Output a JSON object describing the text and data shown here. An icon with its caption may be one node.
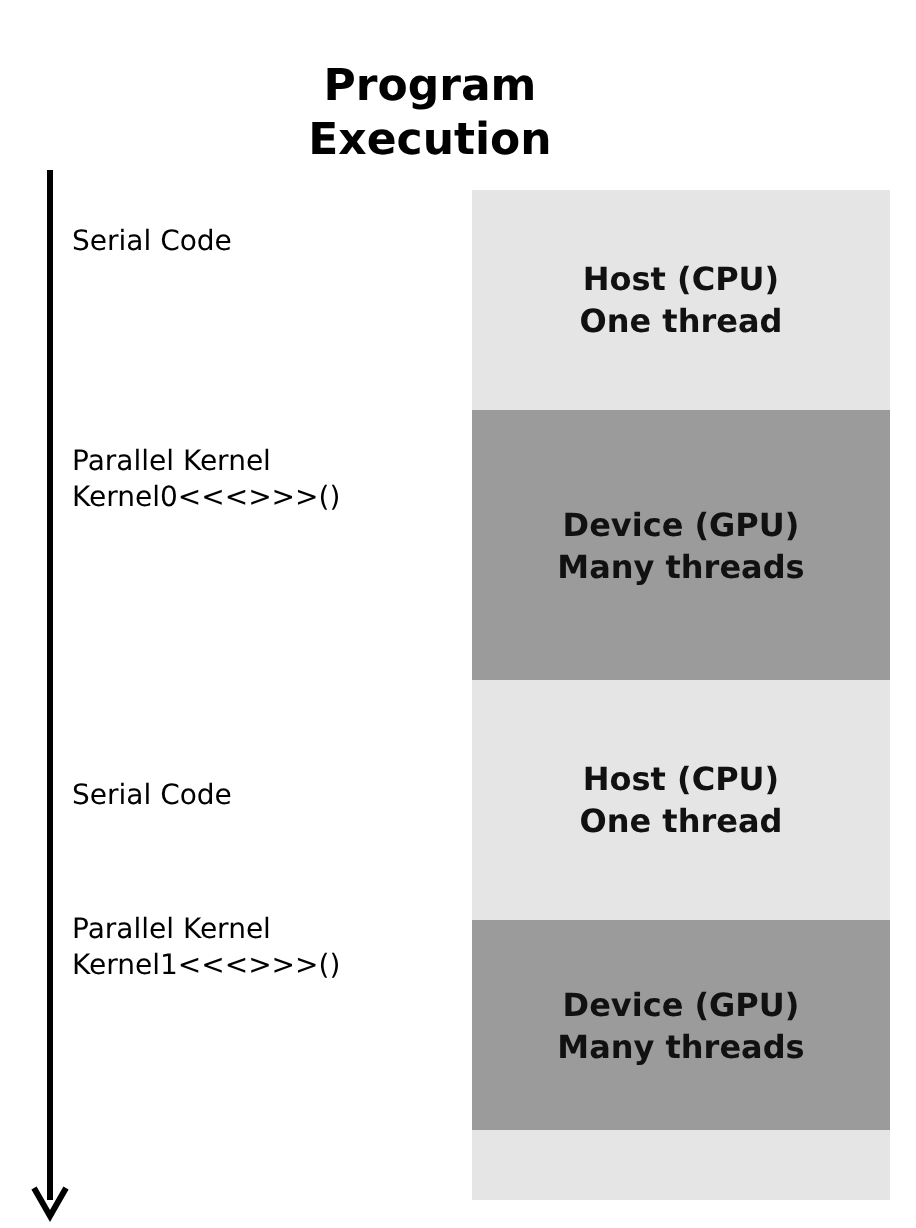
{
  "diagram": {
    "title": "Program Execution",
    "nodes": [
      {
        "text": [
          "Host (CPU)",
          "One thread"
        ]
      },
      {
        "text": [
          "Device (GPU)",
          "Many threads"
        ]
      },
      {
        "text": [
          "Host (CPU)",
          "One thread"
        ]
      },
      {
        "text": [
          "Device (GPU)",
          "Many threads"
        ]
      },
      {
        "text": [],
        "shape": "bar"
      }
    ],
    "labels": [
      "Serial Code",
      "Parallel Kernel Kernel0<<<>>>()",
      "Serial Code",
      "Parallel Kernel Kernel1<<<>>>()"
    ]
  }
}
